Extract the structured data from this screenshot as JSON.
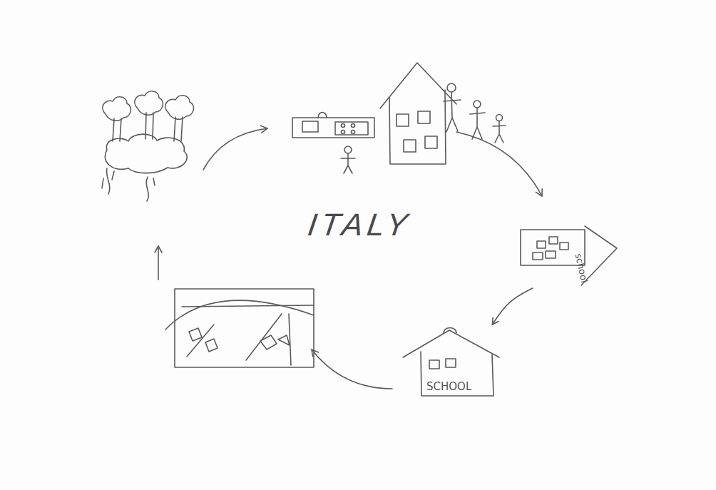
{
  "diagram": {
    "nodes": [
      {
        "text": [
          "school"
        ]
      },
      {
        "text": [
          "SCHOOL"
        ]
      }
    ],
    "edges": [
      {
        "from": 0,
        "to": 1,
        "arrow": "to"
      }
    ],
    "labels": [
      "ITALY"
    ]
  }
}
